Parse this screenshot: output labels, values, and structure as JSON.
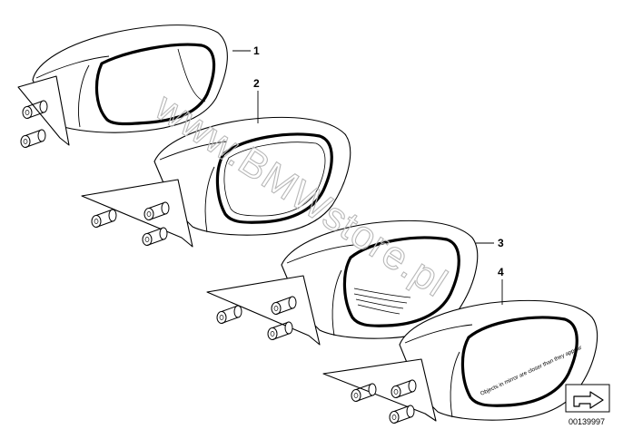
{
  "callouts": [
    "1",
    "2",
    "3",
    "4"
  ],
  "watermark": "www.BMWstore.pl",
  "reference_number": "00139997",
  "mirror_4_glass_text": "Objects in mirror are closer than they appear"
}
